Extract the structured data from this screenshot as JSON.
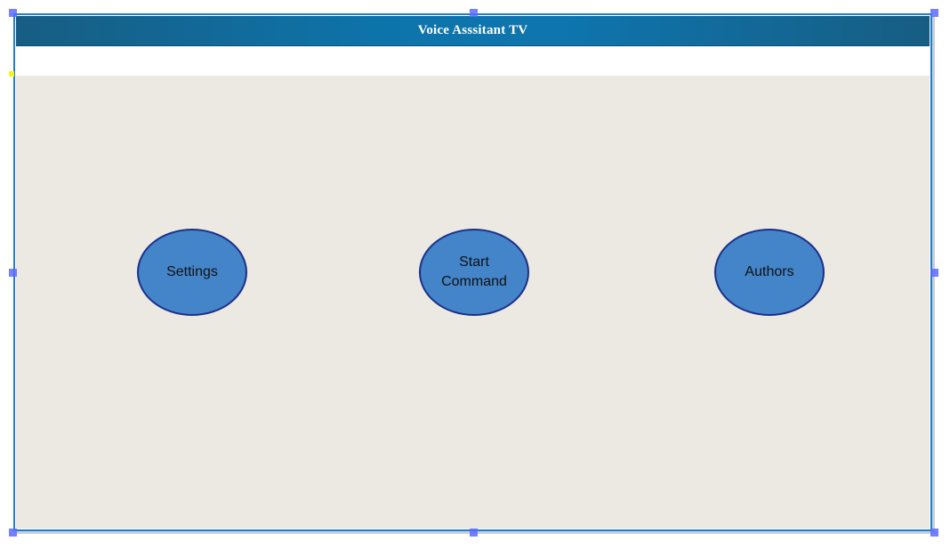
{
  "window": {
    "title": "Voice Asssitant TV"
  },
  "buttons": {
    "settings": "Settings",
    "start_command": "Start\nCommand",
    "authors": "Authors"
  },
  "colors": {
    "titlebar": "#0e75ae",
    "content_bg": "#ece9e2",
    "button_fill": "#4484c9",
    "button_border": "#1b2f8a",
    "selection_frame": "#1c7fcf",
    "selection_handle": "#5a6bff",
    "anchor_marker": "#f7f222"
  }
}
